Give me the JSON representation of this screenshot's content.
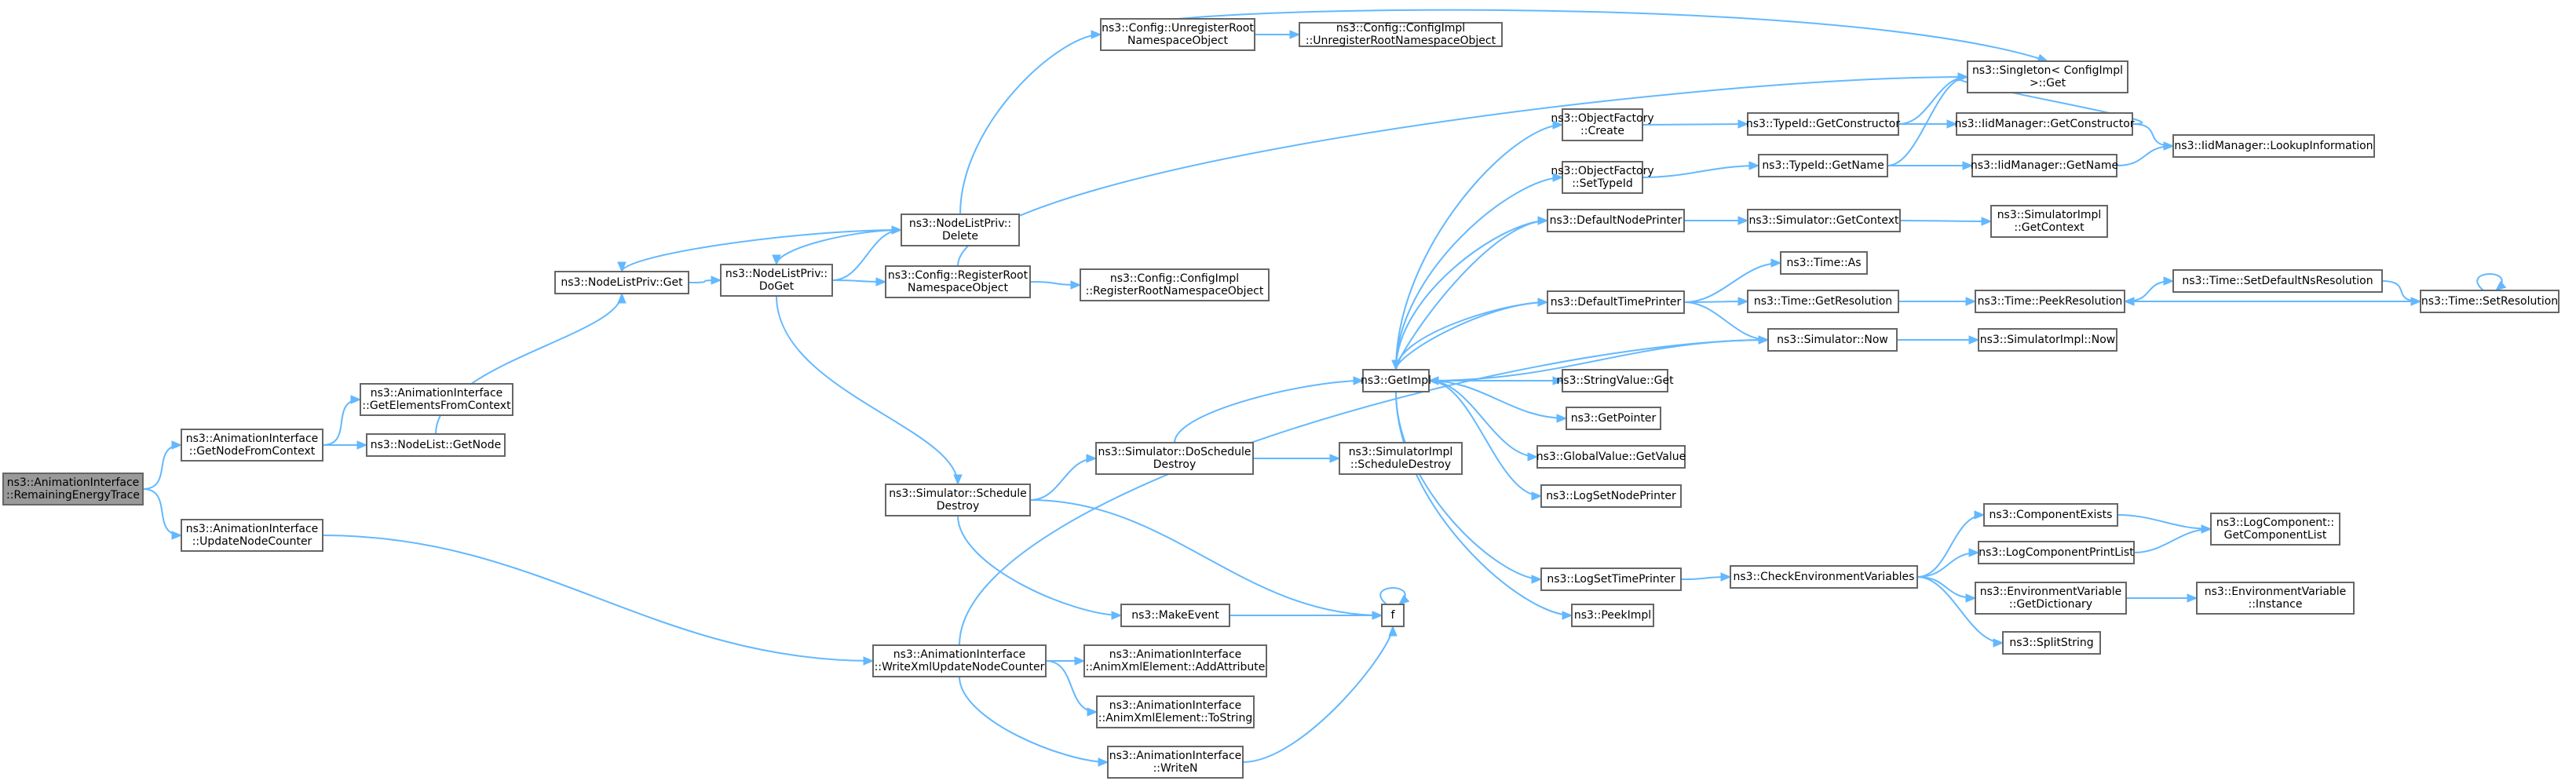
{
  "graph": {
    "root_color": "#999999",
    "edge_color": "#63b8ff",
    "nodes": [
      {
        "id": "root",
        "lines": [
          "ns3::AnimationInterface",
          "::RemainingEnergyTrace"
        ],
        "root": true
      },
      {
        "id": "getNodeFromContext",
        "lines": [
          "ns3::AnimationInterface",
          "::GetNodeFromContext"
        ]
      },
      {
        "id": "updateNodeCounter",
        "lines": [
          "ns3::AnimationInterface",
          "::UpdateNodeCounter"
        ]
      },
      {
        "id": "getElementsFromContext",
        "lines": [
          "ns3::AnimationInterface",
          "::GetElementsFromContext"
        ]
      },
      {
        "id": "nodeListGetNode",
        "lines": [
          "ns3::NodeList::GetNode"
        ]
      },
      {
        "id": "nodeListPrivGet",
        "lines": [
          "ns3::NodeListPriv::Get"
        ]
      },
      {
        "id": "nodeListPrivDoGet",
        "lines": [
          "ns3::NodeListPriv::",
          "DoGet"
        ]
      },
      {
        "id": "nodeListPrivDelete",
        "lines": [
          "ns3::NodeListPriv::",
          "Delete"
        ]
      },
      {
        "id": "configUnregisterRoot",
        "lines": [
          "ns3::Config::UnregisterRoot",
          "NamespaceObject"
        ]
      },
      {
        "id": "configImplUnregisterRoot",
        "lines": [
          "ns3::Config::ConfigImpl",
          "::UnregisterRootNamespaceObject"
        ]
      },
      {
        "id": "singletonGet",
        "lines": [
          "ns3::Singleton< ConfigImpl",
          " >::Get"
        ]
      },
      {
        "id": "configRegisterRoot",
        "lines": [
          "ns3::Config::RegisterRoot",
          "NamespaceObject"
        ]
      },
      {
        "id": "configImplRegisterRoot",
        "lines": [
          "ns3::Config::ConfigImpl",
          "::RegisterRootNamespaceObject"
        ]
      },
      {
        "id": "simScheduleDestroy",
        "lines": [
          "ns3::Simulator::Schedule",
          "Destroy"
        ]
      },
      {
        "id": "simDoScheduleDestroy",
        "lines": [
          "ns3::Simulator::DoSchedule",
          "Destroy"
        ]
      },
      {
        "id": "simImplScheduleDestroy",
        "lines": [
          "ns3::SimulatorImpl",
          "::ScheduleDestroy"
        ]
      },
      {
        "id": "makeEvent",
        "lines": [
          "ns3::MakeEvent"
        ]
      },
      {
        "id": "f",
        "lines": [
          "f"
        ]
      },
      {
        "id": "writeXmlUpdateNodeCounter",
        "lines": [
          "ns3::AnimationInterface",
          "::WriteXmlUpdateNodeCounter"
        ]
      },
      {
        "id": "animAddAttribute",
        "lines": [
          "ns3::AnimationInterface",
          "::AnimXmlElement::AddAttribute"
        ]
      },
      {
        "id": "animToString",
        "lines": [
          "ns3::AnimationInterface",
          "::AnimXmlElement::ToString"
        ]
      },
      {
        "id": "writeN",
        "lines": [
          "ns3::AnimationInterface",
          "::WriteN"
        ]
      },
      {
        "id": "getImpl",
        "lines": [
          "ns3::GetImpl"
        ]
      },
      {
        "id": "objectFactoryCreate",
        "lines": [
          "ns3::ObjectFactory",
          "::Create"
        ]
      },
      {
        "id": "objectFactorySetTypeId",
        "lines": [
          "ns3::ObjectFactory",
          "::SetTypeId"
        ]
      },
      {
        "id": "defaultNodePrinter",
        "lines": [
          "ns3::DefaultNodePrinter"
        ]
      },
      {
        "id": "defaultTimePrinter",
        "lines": [
          "ns3::DefaultTimePrinter"
        ]
      },
      {
        "id": "stringValueGet",
        "lines": [
          "ns3::StringValue::Get"
        ]
      },
      {
        "id": "getPointer",
        "lines": [
          "ns3::GetPointer"
        ]
      },
      {
        "id": "globalValueGetValue",
        "lines": [
          "ns3::GlobalValue::GetValue"
        ]
      },
      {
        "id": "logSetNodePrinter",
        "lines": [
          "ns3::LogSetNodePrinter"
        ]
      },
      {
        "id": "logSetTimePrinter",
        "lines": [
          "ns3::LogSetTimePrinter"
        ]
      },
      {
        "id": "peekImpl",
        "lines": [
          "ns3::PeekImpl"
        ]
      },
      {
        "id": "typeIdGetConstructor",
        "lines": [
          "ns3::TypeId::GetConstructor"
        ]
      },
      {
        "id": "typeIdGetName",
        "lines": [
          "ns3::TypeId::GetName"
        ]
      },
      {
        "id": "simGetContext",
        "lines": [
          "ns3::Simulator::GetContext"
        ]
      },
      {
        "id": "timeAs",
        "lines": [
          "ns3::Time::As"
        ]
      },
      {
        "id": "timeGetResolution",
        "lines": [
          "ns3::Time::GetResolution"
        ]
      },
      {
        "id": "simNow",
        "lines": [
          "ns3::Simulator::Now"
        ]
      },
      {
        "id": "checkEnvVars",
        "lines": [
          "ns3::CheckEnvironmentVariables"
        ]
      },
      {
        "id": "iidGetConstructor",
        "lines": [
          "ns3::IidManager::GetConstructor"
        ]
      },
      {
        "id": "iidGetName",
        "lines": [
          "ns3::IidManager::GetName"
        ]
      },
      {
        "id": "iidLookupInformation",
        "lines": [
          "ns3::IidManager::LookupInformation"
        ]
      },
      {
        "id": "simImplGetContext",
        "lines": [
          "ns3::SimulatorImpl",
          "::GetContext"
        ]
      },
      {
        "id": "timePeekResolution",
        "lines": [
          "ns3::Time::PeekResolution"
        ]
      },
      {
        "id": "timeSetDefaultNsResolution",
        "lines": [
          "ns3::Time::SetDefaultNsResolution"
        ]
      },
      {
        "id": "timeSetResolution",
        "lines": [
          "ns3::Time::SetResolution"
        ]
      },
      {
        "id": "simImplNow",
        "lines": [
          "ns3::SimulatorImpl::Now"
        ]
      },
      {
        "id": "componentExists",
        "lines": [
          "ns3::ComponentExists"
        ]
      },
      {
        "id": "logComponentPrintList",
        "lines": [
          "ns3::LogComponentPrintList"
        ]
      },
      {
        "id": "envVarGetDictionary",
        "lines": [
          "ns3::EnvironmentVariable",
          "::GetDictionary"
        ]
      },
      {
        "id": "splitString",
        "lines": [
          "ns3::SplitString"
        ]
      },
      {
        "id": "logComponentGetList",
        "lines": [
          "ns3::LogComponent::",
          "GetComponentList"
        ]
      },
      {
        "id": "envVarInstance",
        "lines": [
          "ns3::EnvironmentVariable",
          "::Instance"
        ]
      }
    ]
  }
}
